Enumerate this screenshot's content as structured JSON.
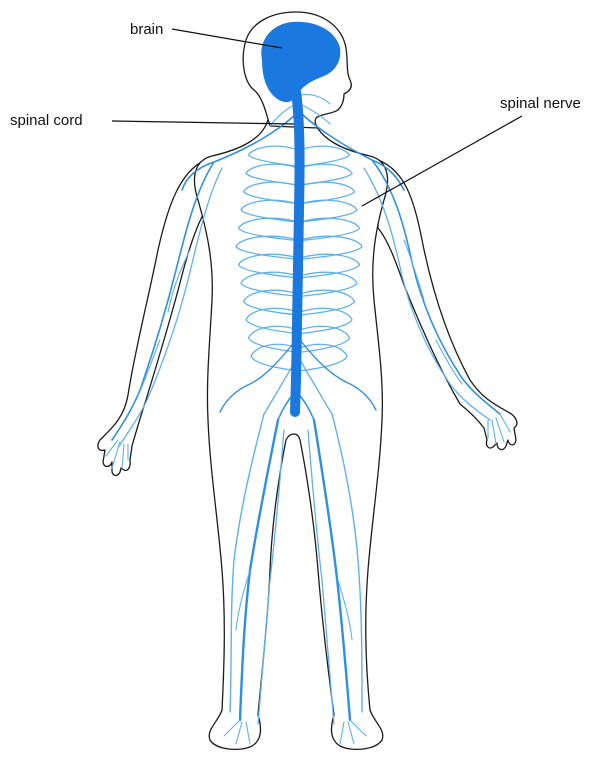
{
  "diagram": {
    "labels": {
      "brain": "brain",
      "spinal_cord": "spinal cord",
      "spinal_nerve": "spinal nerve"
    },
    "colors": {
      "nerve": "#2f8fe0",
      "nerve_light": "#5fb0ea",
      "cns": "#1a78de",
      "outline": "#1b1b1b",
      "background": "#ffffff"
    },
    "structures": {
      "brain": "brain",
      "spinal_cord": "spinal-cord",
      "nerves": "peripheral-nerves"
    }
  }
}
